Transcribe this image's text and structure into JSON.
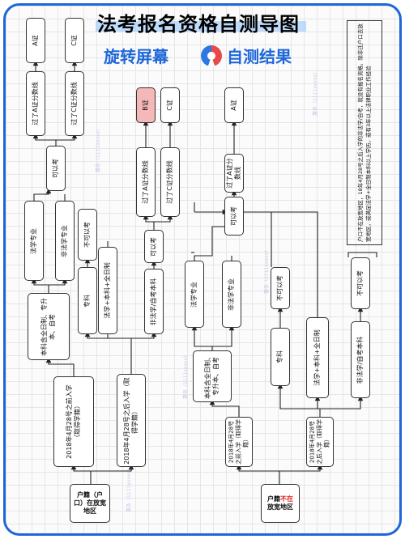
{
  "header": {
    "title": "法考报名资格自测导图",
    "subtitle_left": "旋转屏幕",
    "subtitle_right": "自测结果"
  },
  "roots": {
    "left": [
      "户籍（户",
      "口）在放宽",
      "地区"
    ],
    "right": {
      "pre": "户籍",
      "red": "不在",
      "post": "放宽地区"
    }
  },
  "left": {
    "before_428": "2018年4月28号之前入学（取得学籍）",
    "after_428": "2018年4月28号之后入学（取得学籍）",
    "bachelor_fulltime": "本科含全日制、专升本、自考",
    "law_major": "法学专业",
    "nonlaw_major": "非法学专业",
    "can_apply": "可以考",
    "pass_a": "过了A证分数线",
    "pass_c": "过了C证分数线",
    "cert_a": "A证",
    "cert_c": "C证",
    "junior_college": "专科",
    "not_allowed": "不可以考",
    "law_bachelor_fulltime": "法学+本科+全日制",
    "nonlaw_self_bachelor": "非法学/自考本科",
    "can_apply2": "可以考",
    "pass_a2": "过了A证分数线",
    "pass_c2": "过了C证分数线",
    "cert_b": "B证",
    "cert_c2": "C证"
  },
  "right": {
    "before_428": "2018年4月28号之前入学（取得学籍）",
    "after_428": "2018年4月28号之后入学（取得学籍）",
    "bachelor_fulltime": "本科含全日制、专升本、自考",
    "law_major": "法学专业",
    "nonlaw_major": "非法学专业",
    "can_apply": "可以考",
    "pass_a": "过了A证分数线",
    "cert_a": "A证",
    "junior_college": "专科",
    "not_allowed": "不可以考",
    "law_bachelor_fulltime": "法学+本科+全日制",
    "nonlaw_self_bachelor": "非法学/自考本科",
    "not_allowed2": "不可以考"
  },
  "note": "户口不在放宽地区，18年4月28号之后入学的非法学/自考，就没有报名资格。除非迁户口去放宽地区，或满足法学+全日制本科以上学历，或有3年以上法律职业工作经验",
  "watermark": "薯条（1111xxxxx）"
}
